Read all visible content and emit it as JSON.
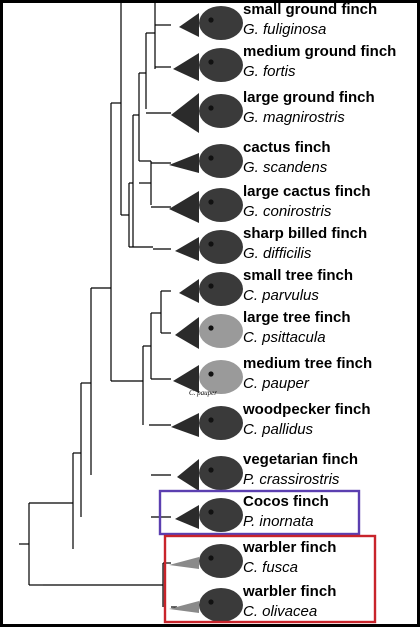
{
  "species": [
    {
      "common": "small ground finch",
      "scientific": "G. fuliginosa",
      "icon": "finch-head-icon"
    },
    {
      "common": "medium ground finch",
      "scientific": "G. fortis",
      "icon": "finch-head-icon"
    },
    {
      "common": "large ground finch",
      "scientific": "G. magnirostris",
      "icon": "finch-head-icon"
    },
    {
      "common": "cactus finch",
      "scientific": "G. scandens",
      "icon": "finch-head-icon"
    },
    {
      "common": "large cactus finch",
      "scientific": "G. conirostris",
      "icon": "finch-head-icon"
    },
    {
      "common": "sharp billed finch",
      "scientific": "G. difficilis",
      "icon": "finch-head-icon"
    },
    {
      "common": "small tree finch",
      "scientific": "C. parvulus",
      "icon": "finch-head-icon"
    },
    {
      "common": "large tree finch",
      "scientific": "C. psittacula",
      "icon": "finch-head-icon"
    },
    {
      "common": "medium tree finch",
      "scientific": "C. pauper",
      "icon": "finch-head-icon"
    },
    {
      "common": "woodpecker finch",
      "scientific": "C. pallidus",
      "icon": "finch-head-icon"
    },
    {
      "common": "vegetarian finch",
      "scientific": "P. crassirostris",
      "icon": "finch-head-icon"
    },
    {
      "common": "Cocos finch",
      "scientific": "P. inornata",
      "icon": "finch-head-icon"
    },
    {
      "common": "warbler finch",
      "scientific": "C. fusca",
      "icon": "finch-head-icon"
    },
    {
      "common": "warbler finch",
      "scientific": "C. olivacea",
      "icon": "finch-head-icon"
    }
  ],
  "photo_caption": "C. pauper",
  "highlights": {
    "cocos_box_color": "#5b3fb0",
    "warbler_box_color": "#c8242b"
  },
  "colors": {
    "line": "#000000",
    "border": "#000000",
    "beak_dark": "#2b2b2b",
    "beak_light": "#8a8a8a"
  }
}
